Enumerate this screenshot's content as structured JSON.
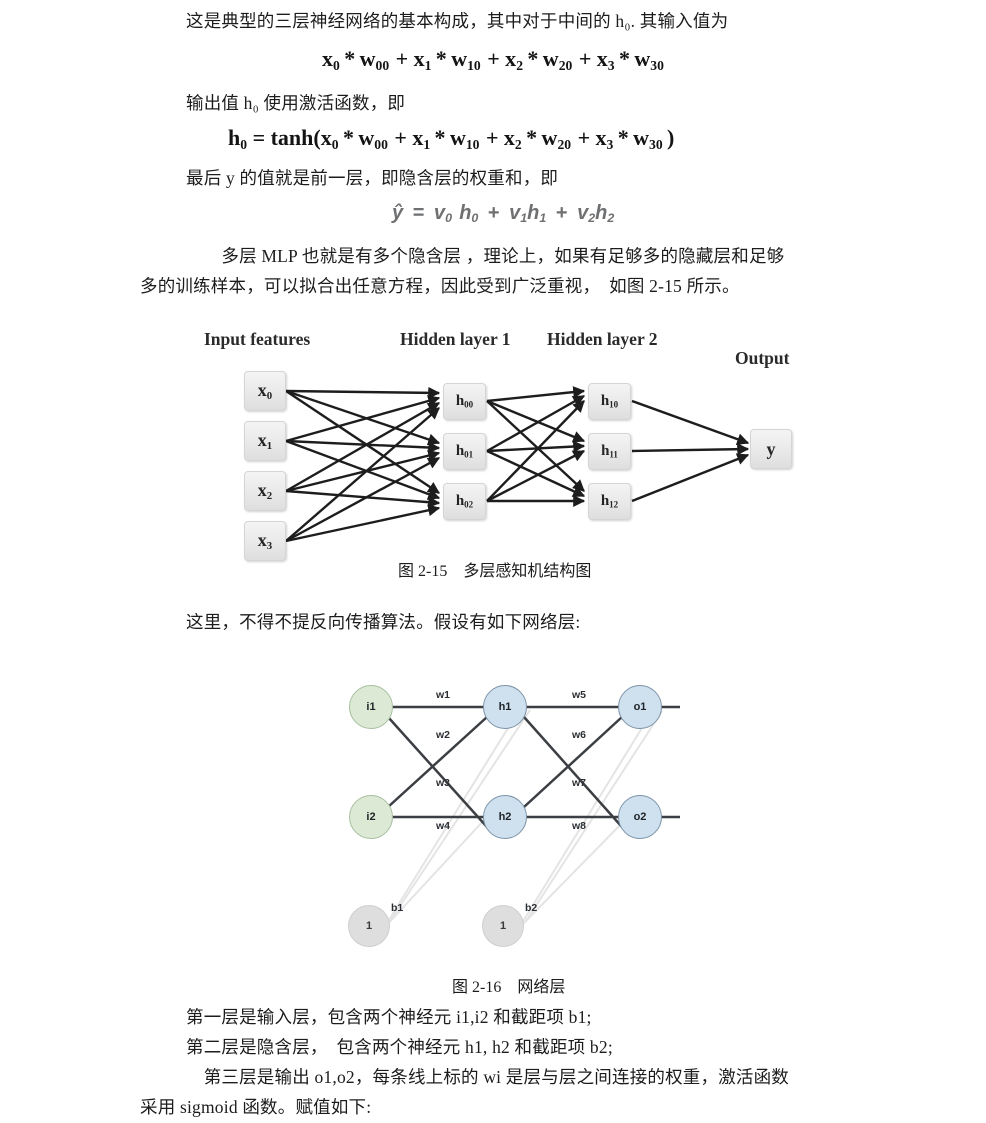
{
  "document": {
    "paragraphs": [
      {
        "id": "p1",
        "text": "这是典型的三层神经网络的基本构成，其中对于中间的 h₀. 其输入值为"
      },
      {
        "id": "p2",
        "text": "输出值 h₀ 使用激活函数，即"
      },
      {
        "id": "p3",
        "text": "最后 y 的值就是前一层，即隐含层的权重和，即"
      },
      {
        "id": "p4_line1",
        "text": "　　多层 MLP 也就是有多个隐含层 ，理论上，如果有足够多的隐藏层和足够"
      },
      {
        "id": "p4_line2",
        "text": "多的训练样本，可以拟合出任意方程，因此受到广泛重视，　如图 2-15 所示。"
      },
      {
        "id": "p5",
        "text": "这里，不得不提反向传播算法。假设有如下网络层:"
      },
      {
        "id": "p6",
        "text": "第一层是输入层，包含两个神经元 i1,i2 和截距项 b1;"
      },
      {
        "id": "p7",
        "text": "第二层是隐含层，　包含两个神经元 h1, h2 和截距项 b2;"
      },
      {
        "id": "p8_line1",
        "text": "　第三层是输出 o1,o2，每条线上标的 wi 是层与层之间连接的权重，激活函数"
      },
      {
        "id": "p8_line2",
        "text": "采用 sigmoid 函数。赋值如下:"
      }
    ],
    "formulas": {
      "f1_plain": "x0 * w00 + x1 * w10 + x2 * w20 + x3 * w30",
      "f2_plain": "h0 = tanh(x0 * w00 + x1 * w10 + x2 * w20 + x3 * w30)",
      "f3_plain": "ŷ = v0 h0 + v1 h1 + v2 h2"
    },
    "captions": {
      "fig_2_15": "图 2-15    多层感知机结构图",
      "fig_2_16": "图 2-16    网络层"
    }
  },
  "figure_mlp": {
    "column_labels": [
      {
        "name": "input-features",
        "text": "Input features"
      },
      {
        "name": "hidden-layer-1",
        "text": "Hidden layer 1"
      },
      {
        "name": "hidden-layer-2",
        "text": "Hidden layer 2"
      },
      {
        "name": "output",
        "text": "Output"
      }
    ],
    "input_nodes": [
      {
        "base": "x",
        "sub": "0"
      },
      {
        "base": "x",
        "sub": "1"
      },
      {
        "base": "x",
        "sub": "2"
      },
      {
        "base": "x",
        "sub": "3"
      }
    ],
    "hidden1_nodes": [
      {
        "base": "h",
        "sub": "00"
      },
      {
        "base": "h",
        "sub": "01"
      },
      {
        "base": "h",
        "sub": "02"
      }
    ],
    "hidden2_nodes": [
      {
        "base": "h",
        "sub": "10"
      },
      {
        "base": "h",
        "sub": "11"
      },
      {
        "base": "h",
        "sub": "12"
      }
    ],
    "output_node": {
      "base": "y",
      "sub": ""
    }
  },
  "figure_netlayer": {
    "colors": {
      "input_fill": "#dce9d5",
      "input_stroke": "#a8bfa0",
      "hidden_fill": "#cfe0ef",
      "hidden_stroke": "#7c93a8",
      "output_fill": "#cfe0ef",
      "output_stroke": "#7c93a8",
      "bias_fill": "#dedede",
      "bias_stroke": "#c6c6c6",
      "edge": "#3b3f43",
      "bias_edge": "#e2e2e2"
    },
    "input_nodes": [
      {
        "label": "i1"
      },
      {
        "label": "i2"
      }
    ],
    "hidden_nodes": [
      {
        "label": "h1"
      },
      {
        "label": "h2"
      }
    ],
    "output_nodes": [
      {
        "label": "o1"
      },
      {
        "label": "o2"
      }
    ],
    "bias_nodes": [
      {
        "value": "1",
        "label": "b1"
      },
      {
        "value": "1",
        "label": "b2"
      }
    ],
    "weights": [
      {
        "label": "w1"
      },
      {
        "label": "w2"
      },
      {
        "label": "w3"
      },
      {
        "label": "w4"
      },
      {
        "label": "w5"
      },
      {
        "label": "w6"
      },
      {
        "label": "w7"
      },
      {
        "label": "w8"
      }
    ]
  }
}
